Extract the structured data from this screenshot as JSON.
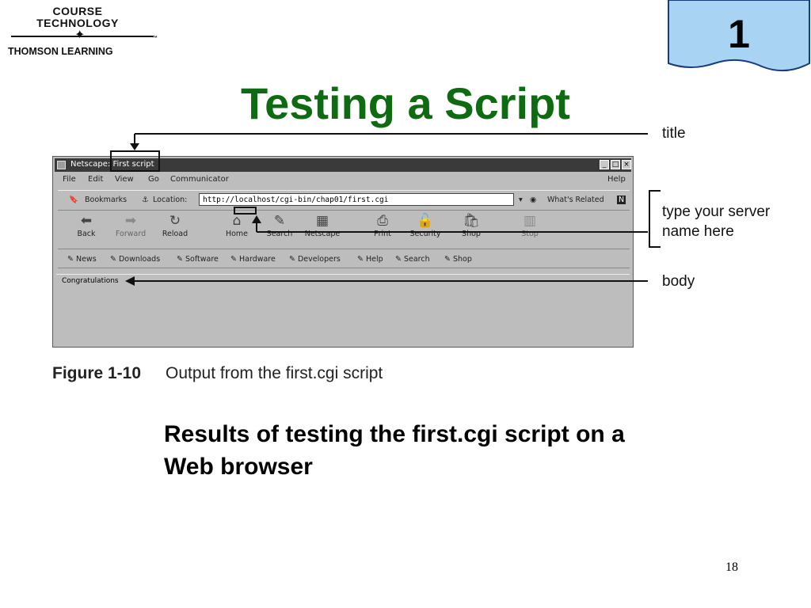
{
  "logo": {
    "line1": "COURSE",
    "line2": "TECHNOLOGY",
    "tm": "™",
    "line3": "THOMSON LEARNING"
  },
  "chapter_tab": {
    "number": "1",
    "color": "#a9d3f2"
  },
  "slide": {
    "title": "Testing a Script",
    "title_color": "#0f6b12",
    "page_number": "18"
  },
  "browser": {
    "window_title": "Netscape: First script",
    "window_buttons": [
      "_",
      "□",
      "×"
    ],
    "menu": [
      "File",
      "Edit",
      "View",
      "Go",
      "Communicator",
      "Help"
    ],
    "location_bar": {
      "bookmarks": "Bookmarks",
      "location_label": "Location:",
      "url": "http://localhost/cgi-bin/chap01/first.cgi",
      "whats_related": "What's Related"
    },
    "nav_buttons": [
      {
        "label": "Back",
        "icon": "back-arrow-icon"
      },
      {
        "label": "Forward",
        "icon": "forward-arrow-icon"
      },
      {
        "label": "Reload",
        "icon": "reload-icon"
      },
      {
        "label": "Home",
        "icon": "home-icon"
      },
      {
        "label": "Search",
        "icon": "search-icon"
      },
      {
        "label": "Netscape",
        "icon": "netscape-icon"
      },
      {
        "label": "Print",
        "icon": "print-icon"
      },
      {
        "label": "Security",
        "icon": "lock-icon"
      },
      {
        "label": "Shop",
        "icon": "shop-icon"
      },
      {
        "label": "Stop",
        "icon": "stop-icon"
      }
    ],
    "personal_toolbar": [
      "News",
      "Downloads",
      "Software",
      "Hardware",
      "Developers",
      "Help",
      "Search",
      "Shop"
    ],
    "body_text": "Congratulations"
  },
  "annotations": {
    "title": "title",
    "server_line1": "type your server",
    "server_line2": "name here",
    "body": "body"
  },
  "figure_caption": {
    "number": "Figure 1-10",
    "text": "Output from the first.cgi script"
  },
  "subtext": "Results of testing the first.cgi script on a Web browser"
}
